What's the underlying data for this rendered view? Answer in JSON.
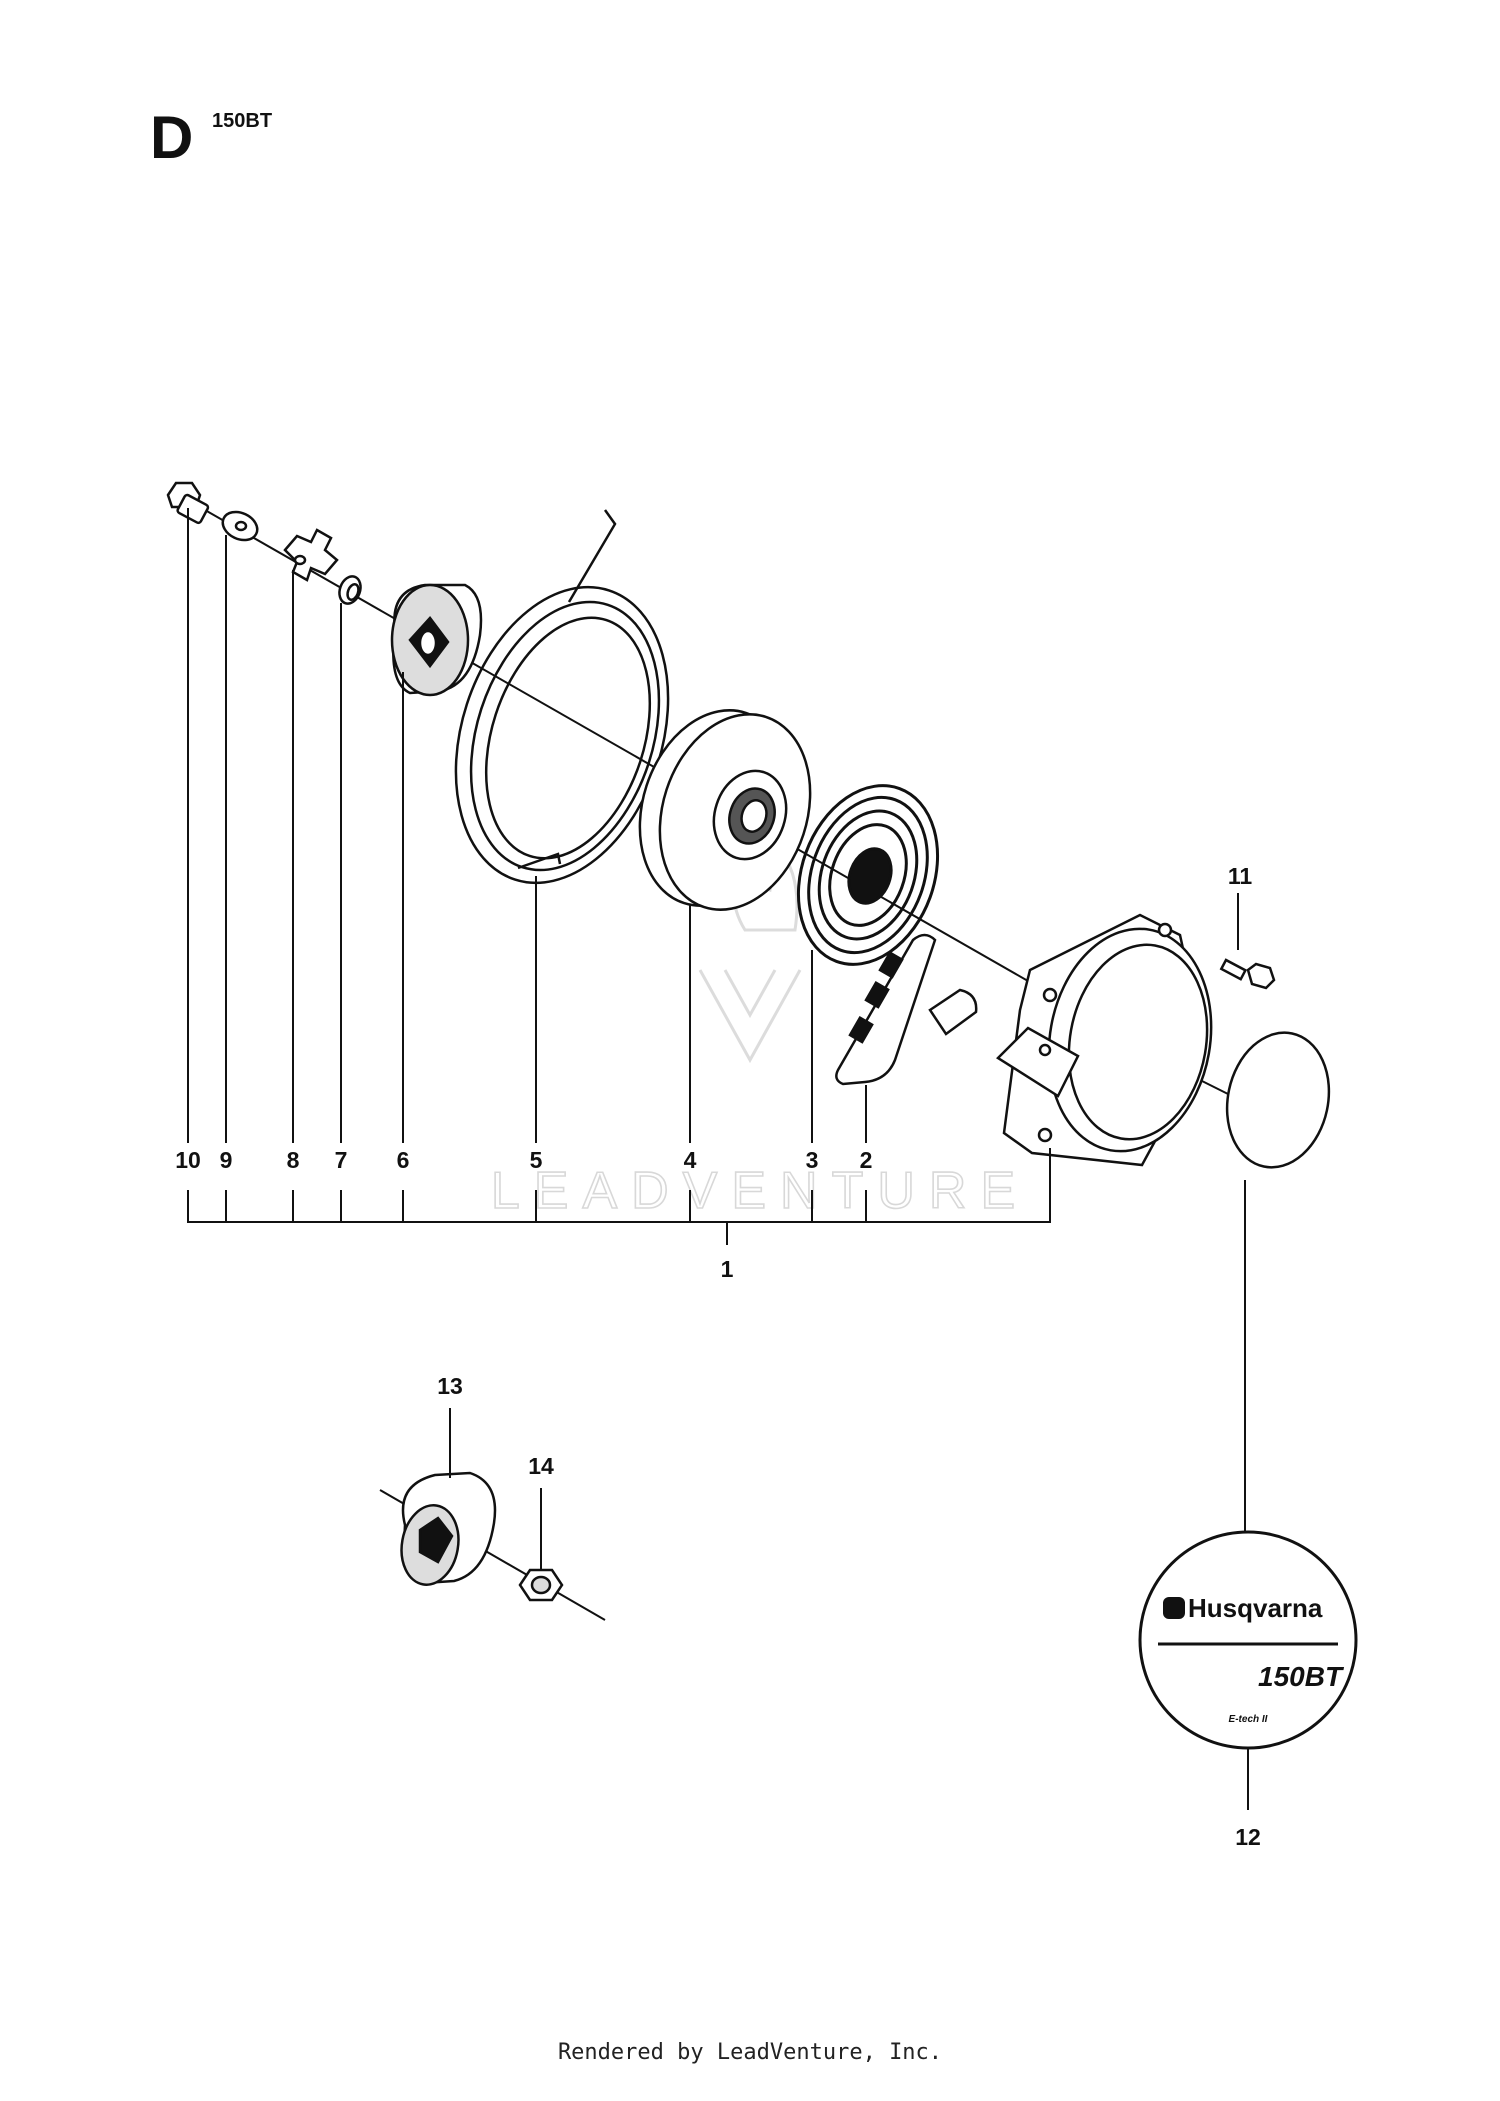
{
  "header": {
    "section": "D",
    "model": "150BT"
  },
  "callouts": {
    "c1": "1",
    "c2": "2",
    "c3": "3",
    "c4": "4",
    "c5": "5",
    "c6": "6",
    "c7": "7",
    "c8": "8",
    "c9": "9",
    "c10": "10",
    "c11": "11",
    "c12": "12",
    "c13": "13",
    "c14": "14"
  },
  "decal": {
    "brand": "Husqvarna",
    "model": "150BT",
    "sub": "E-tech II"
  },
  "watermark": {
    "text": "LEADVENTURE"
  },
  "footer": {
    "text": "Rendered by LeadVenture, Inc."
  }
}
